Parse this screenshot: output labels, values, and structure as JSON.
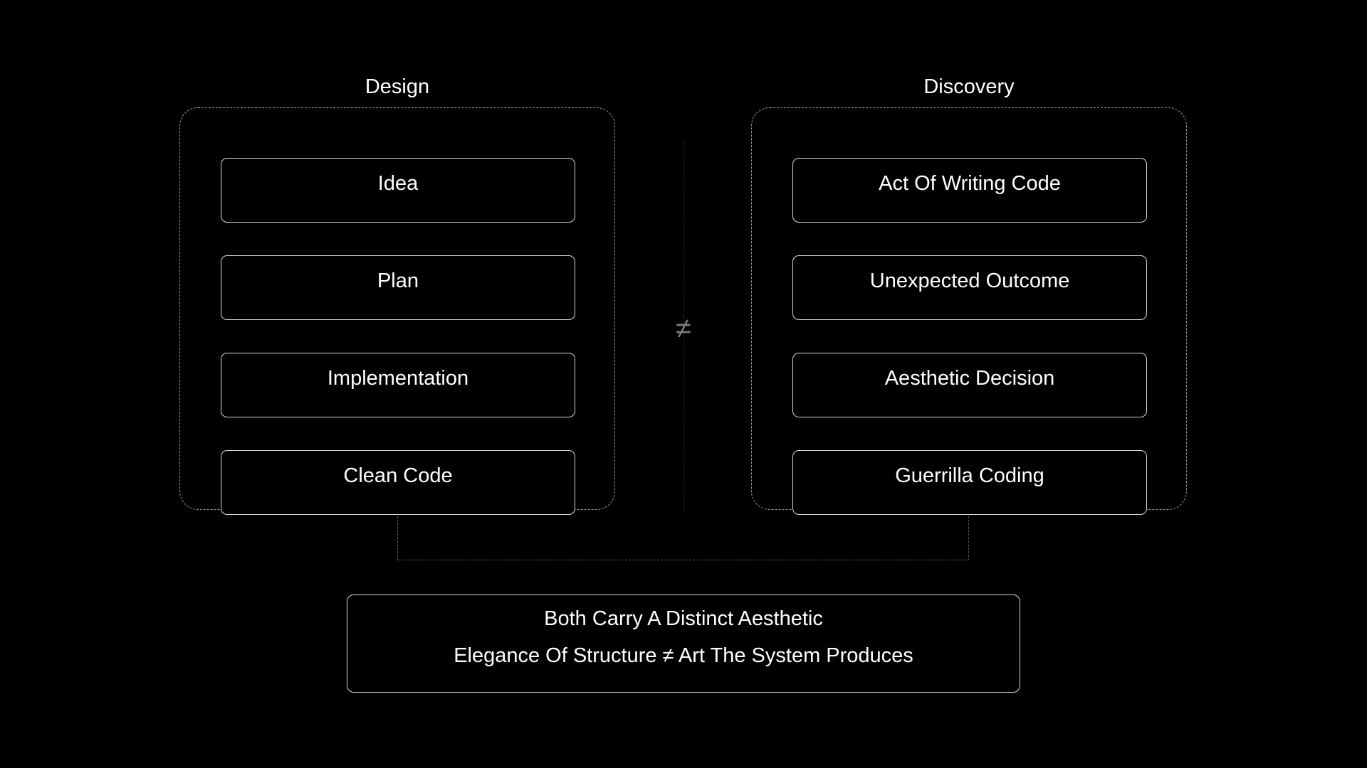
{
  "left_group": {
    "title": "Design",
    "steps": [
      "Idea",
      "Plan",
      "Implementation",
      "Clean Code"
    ]
  },
  "right_group": {
    "title": "Discovery",
    "steps": [
      "Act Of Writing Code",
      "Unexpected Outcome",
      "Aesthetic Decision",
      "Guerrilla Coding"
    ]
  },
  "comparison_symbol": "≠",
  "summary": {
    "line1": "Both Carry A Distinct Aesthetic",
    "line2": "Elegance Of Structure ≠ Art The System Produces"
  },
  "colors": {
    "background": "#000000",
    "text": "#ffffff",
    "box_border": "#d9d9d9",
    "frame_border": "#9a9a9a",
    "symbol": "#7a7a7a"
  }
}
